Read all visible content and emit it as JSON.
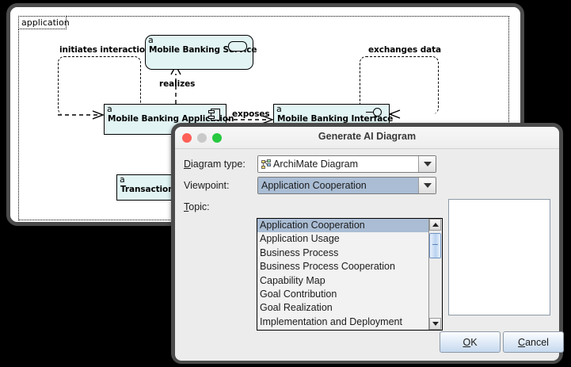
{
  "editor": {
    "group": {
      "label": "application"
    },
    "elements": [
      {
        "id": "service",
        "type_marker": "a",
        "name": "Mobile Banking Service"
      },
      {
        "id": "app",
        "type_marker": "a",
        "name": "Mobile Banking Application"
      },
      {
        "id": "interface",
        "type_marker": "a",
        "name": "Mobile Banking Interface"
      },
      {
        "id": "data",
        "type_marker": "a",
        "name": "Transaction Data"
      }
    ],
    "relations": [
      {
        "id": "initiates",
        "label": "initiates interaction"
      },
      {
        "id": "realizes",
        "label": "realizes"
      },
      {
        "id": "exposes",
        "label": "exposes"
      },
      {
        "id": "exchanges",
        "label": "exchanges data"
      }
    ],
    "colors": {
      "element_fill": "#e2f4f4",
      "element_stroke": "#000000",
      "canvas": "#ffffff"
    }
  },
  "dialog": {
    "title": "Generate AI Diagram",
    "traffic_lights": {
      "close": "#ff5f57",
      "minimize": "#c9c9c9",
      "maximize": "#28c840"
    },
    "fields": {
      "diagram_type": {
        "label_prefix": "D",
        "label_rest": "iagram type:",
        "value": "ArchiMate Diagram",
        "icon": "archimate-diagram-icon"
      },
      "viewpoint": {
        "label": "Viewpoint:",
        "value": "Application Cooperation"
      },
      "topic": {
        "label_prefix": "T",
        "label_rest": "opic:",
        "value": "",
        "placeholder": ""
      }
    },
    "dropdown": {
      "selected": "Application Cooperation",
      "options": [
        "Application Cooperation",
        "Application Usage",
        "Business Process",
        "Business Process Cooperation",
        "Capability Map",
        "Goal Contribution",
        "Goal Realization",
        "Implementation and Deployment"
      ]
    },
    "buttons": {
      "ok_prefix": "O",
      "ok_rest": "K",
      "cancel_prefix": "C",
      "cancel_rest": "ancel"
    }
  }
}
